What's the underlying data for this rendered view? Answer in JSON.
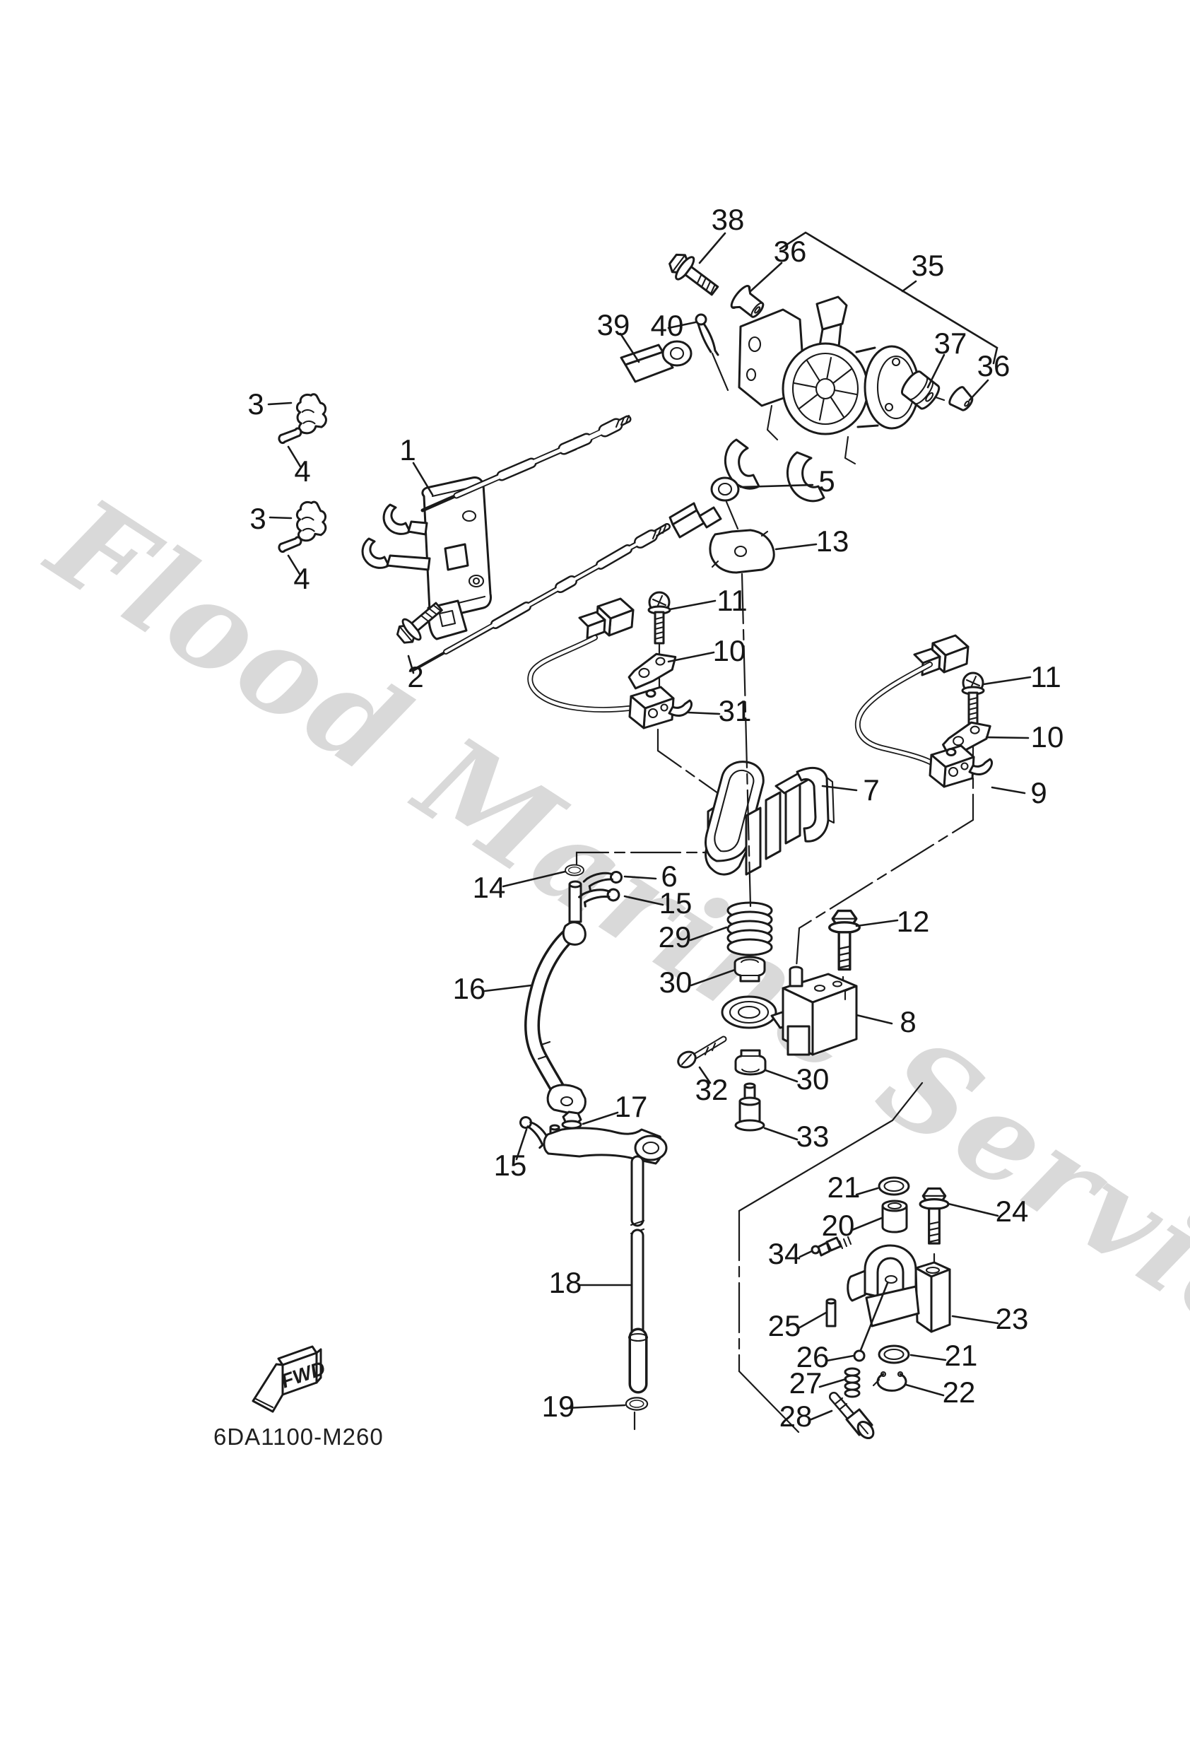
{
  "watermark": {
    "text": "Flood Marine Services",
    "color": "#d9d9d9"
  },
  "footer": {
    "part_code": "6DA1100-M260",
    "fwd_label": "FWD"
  },
  "colors": {
    "line": "#1a1a1a",
    "background": "#ffffff"
  },
  "callouts": [
    {
      "label": "1"
    },
    {
      "label": "2"
    },
    {
      "label": "3"
    },
    {
      "label": "4"
    },
    {
      "label": "3"
    },
    {
      "label": "4"
    },
    {
      "label": "5"
    },
    {
      "label": "6"
    },
    {
      "label": "7"
    },
    {
      "label": "8"
    },
    {
      "label": "9"
    },
    {
      "label": "10"
    },
    {
      "label": "11"
    },
    {
      "label": "10"
    },
    {
      "label": "11"
    },
    {
      "label": "12"
    },
    {
      "label": "13"
    },
    {
      "label": "14"
    },
    {
      "label": "15"
    },
    {
      "label": "15"
    },
    {
      "label": "16"
    },
    {
      "label": "17"
    },
    {
      "label": "18"
    },
    {
      "label": "19"
    },
    {
      "label": "20"
    },
    {
      "label": "21"
    },
    {
      "label": "21"
    },
    {
      "label": "22"
    },
    {
      "label": "23"
    },
    {
      "label": "24"
    },
    {
      "label": "25"
    },
    {
      "label": "26"
    },
    {
      "label": "27"
    },
    {
      "label": "28"
    },
    {
      "label": "29"
    },
    {
      "label": "30"
    },
    {
      "label": "30"
    },
    {
      "label": "31"
    },
    {
      "label": "32"
    },
    {
      "label": "33"
    },
    {
      "label": "34"
    },
    {
      "label": "35"
    },
    {
      "label": "36"
    },
    {
      "label": "36"
    },
    {
      "label": "37"
    },
    {
      "label": "38"
    },
    {
      "label": "39"
    },
    {
      "label": "40"
    }
  ]
}
